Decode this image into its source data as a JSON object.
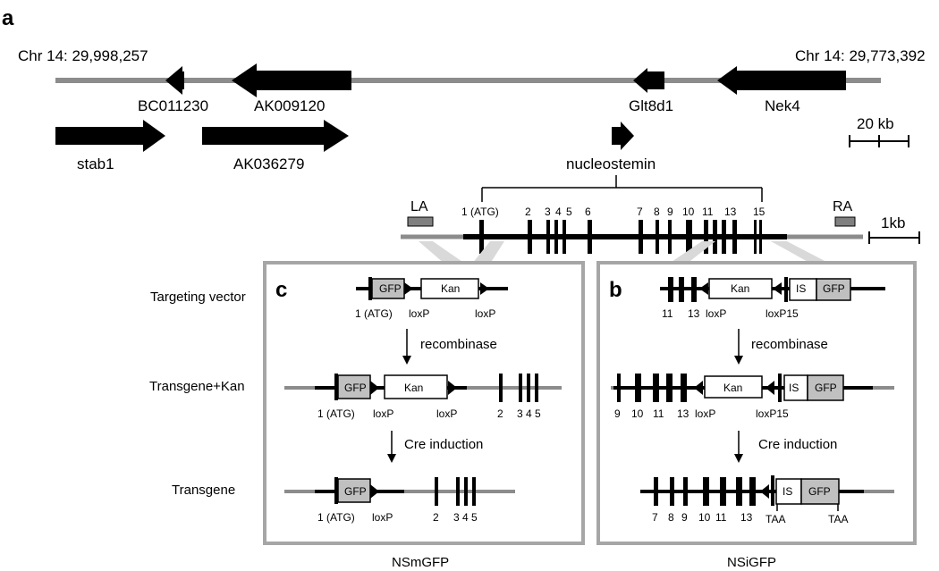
{
  "panels": {
    "a": "a",
    "b": "b",
    "c": "c"
  },
  "chromosome": {
    "left": "Chr 14: 29,998,257",
    "right": "Chr 14: 29,773,392"
  },
  "genes": {
    "bc011230": "BC011230",
    "ak009120": "AK009120",
    "glt8d1": "Glt8d1",
    "nek4": "Nek4",
    "stab1": "stab1",
    "ak036279": "AK036279",
    "nucleostemin": "nucleostemin"
  },
  "scales": {
    "large": "20 kb",
    "small": "1kb"
  },
  "gene_map": {
    "la": "LA",
    "ra": "RA",
    "exon1": "1 (ATG)",
    "exon2": "2",
    "exon3": "3",
    "exon4": "4",
    "exon5": "5",
    "exon6": "6",
    "exon7": "7",
    "exon8": "8",
    "exon9": "9",
    "exon10": "10",
    "exon11": "11",
    "exon13": "13",
    "exon15": "15"
  },
  "row_labels": {
    "targeting": "Targeting vector",
    "transgene_kan": "Transgene+Kan",
    "transgene": "Transgene"
  },
  "steps": {
    "recombinase": "recombinase",
    "cre": "Cre induction"
  },
  "elements": {
    "gfp": "GFP",
    "kan": "Kan",
    "is": "IS",
    "atg": "1 (ATG)",
    "loxp": "loxP",
    "loxp15": "loxP15",
    "taa": "TAA"
  },
  "panel_c": {
    "name": "NSmGFP",
    "exons": {
      "e2": "2",
      "e3": "3",
      "e4": "4",
      "e5": "5"
    }
  },
  "panel_b": {
    "name": "NSiGFP",
    "exons": {
      "e7": "7",
      "e8": "8",
      "e9": "9",
      "e10": "10",
      "e11": "11",
      "e13": "13"
    }
  },
  "colors": {
    "line": "#8c8c8c",
    "black": "#000000",
    "gfp": "#c0c0c0",
    "homology": "#d9d9d9"
  }
}
